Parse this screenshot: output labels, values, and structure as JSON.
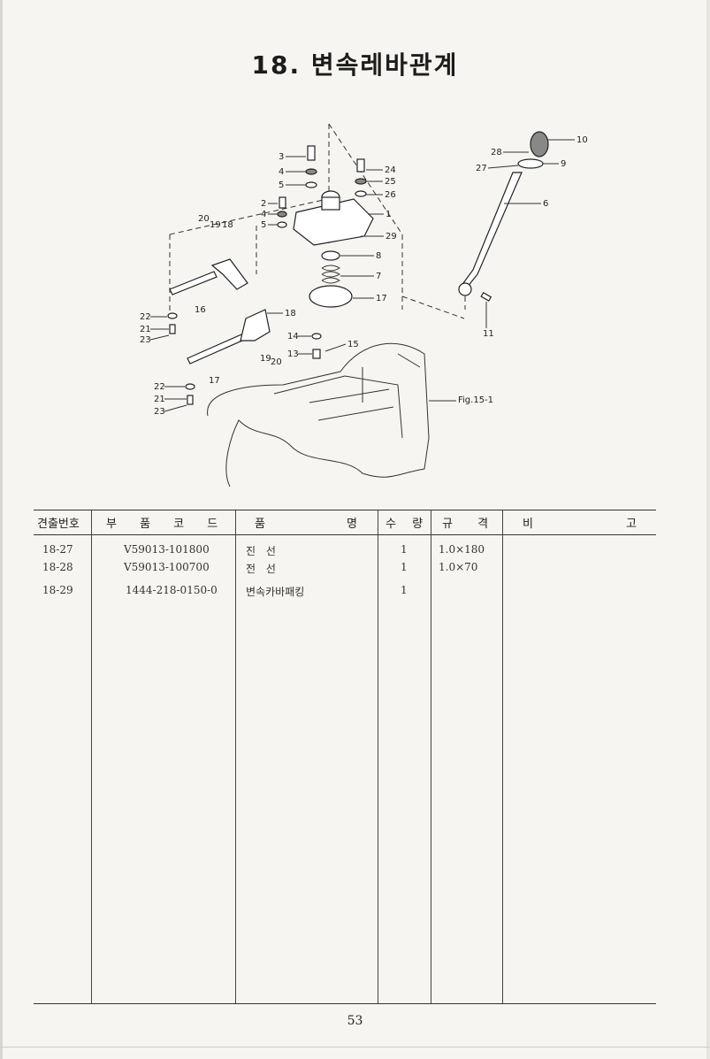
{
  "title": "18. 변속레바관계",
  "diagram": {
    "callouts": [
      "3",
      "4",
      "5",
      "24",
      "25",
      "26",
      "2",
      "4",
      "5",
      "1",
      "29",
      "20",
      "19",
      "18",
      "8",
      "7",
      "17",
      "16",
      "22",
      "21",
      "23",
      "18",
      "14",
      "15",
      "13",
      "19",
      "20",
      "17",
      "22",
      "21",
      "23",
      "28",
      "10",
      "27",
      "9",
      "6",
      "11"
    ],
    "figure_ref": "Fig.15-1"
  },
  "table": {
    "headers": {
      "no": "견출번호",
      "code": "부 품 코 드",
      "name_a": "품",
      "name_b": "명",
      "qty": "수 량",
      "spec": "규 격",
      "remark_a": "비",
      "remark_b": "고"
    },
    "rows": [
      {
        "no": "18-27",
        "code": "V59013-101800",
        "name": "진 선",
        "qty": "1",
        "spec": "1.0×180"
      },
      {
        "no": "18-28",
        "code": "V59013-100700",
        "name": "전 선",
        "qty": "1",
        "spec": "1.0×70"
      },
      {
        "no": "18-29",
        "code": "1444-218-0150-0",
        "name": "변속카바패킹",
        "qty": "1",
        "spec": ""
      }
    ]
  },
  "page_number": "53"
}
